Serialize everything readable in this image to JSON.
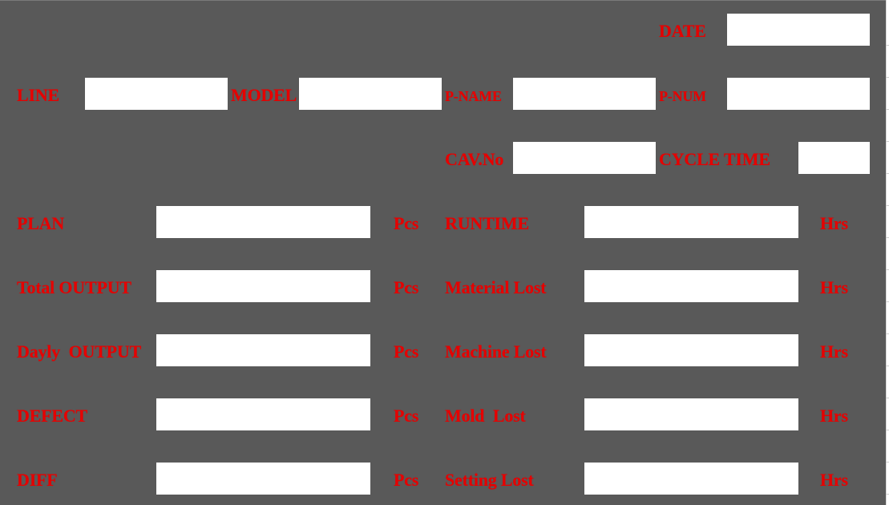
{
  "colors": {
    "background": "#595959",
    "label": "#e60000",
    "field": "#ffffff"
  },
  "header": {
    "date_label": "DATE",
    "date_value": ""
  },
  "info_row": {
    "line_label": "LINE",
    "line_value": "",
    "model_label": "MODEL",
    "model_value": "",
    "pname_label": "P-NAME",
    "pname_value": "",
    "pnum_label": "P-NUM",
    "pnum_value": ""
  },
  "cavity_row": {
    "cav_label": "CAV.No",
    "cav_value": "",
    "cycle_label": "CYCLE TIME",
    "cycle_value": ""
  },
  "output_section": {
    "unit": "Pcs",
    "rows": [
      {
        "label": "PLAN",
        "value": ""
      },
      {
        "label": "Total OUTPUT",
        "value": ""
      },
      {
        "label": "Dayly  OUTPUT",
        "value": ""
      },
      {
        "label": "DEFECT",
        "value": ""
      },
      {
        "label": "DIFF",
        "value": ""
      }
    ]
  },
  "time_section": {
    "unit": "Hrs",
    "rows": [
      {
        "label": "RUNTIME",
        "value": ""
      },
      {
        "label": "Material Lost",
        "value": ""
      },
      {
        "label": "Machine Lost",
        "value": ""
      },
      {
        "label": "Mold  Lost",
        "value": ""
      },
      {
        "label": "Setting Lost",
        "value": ""
      }
    ]
  }
}
